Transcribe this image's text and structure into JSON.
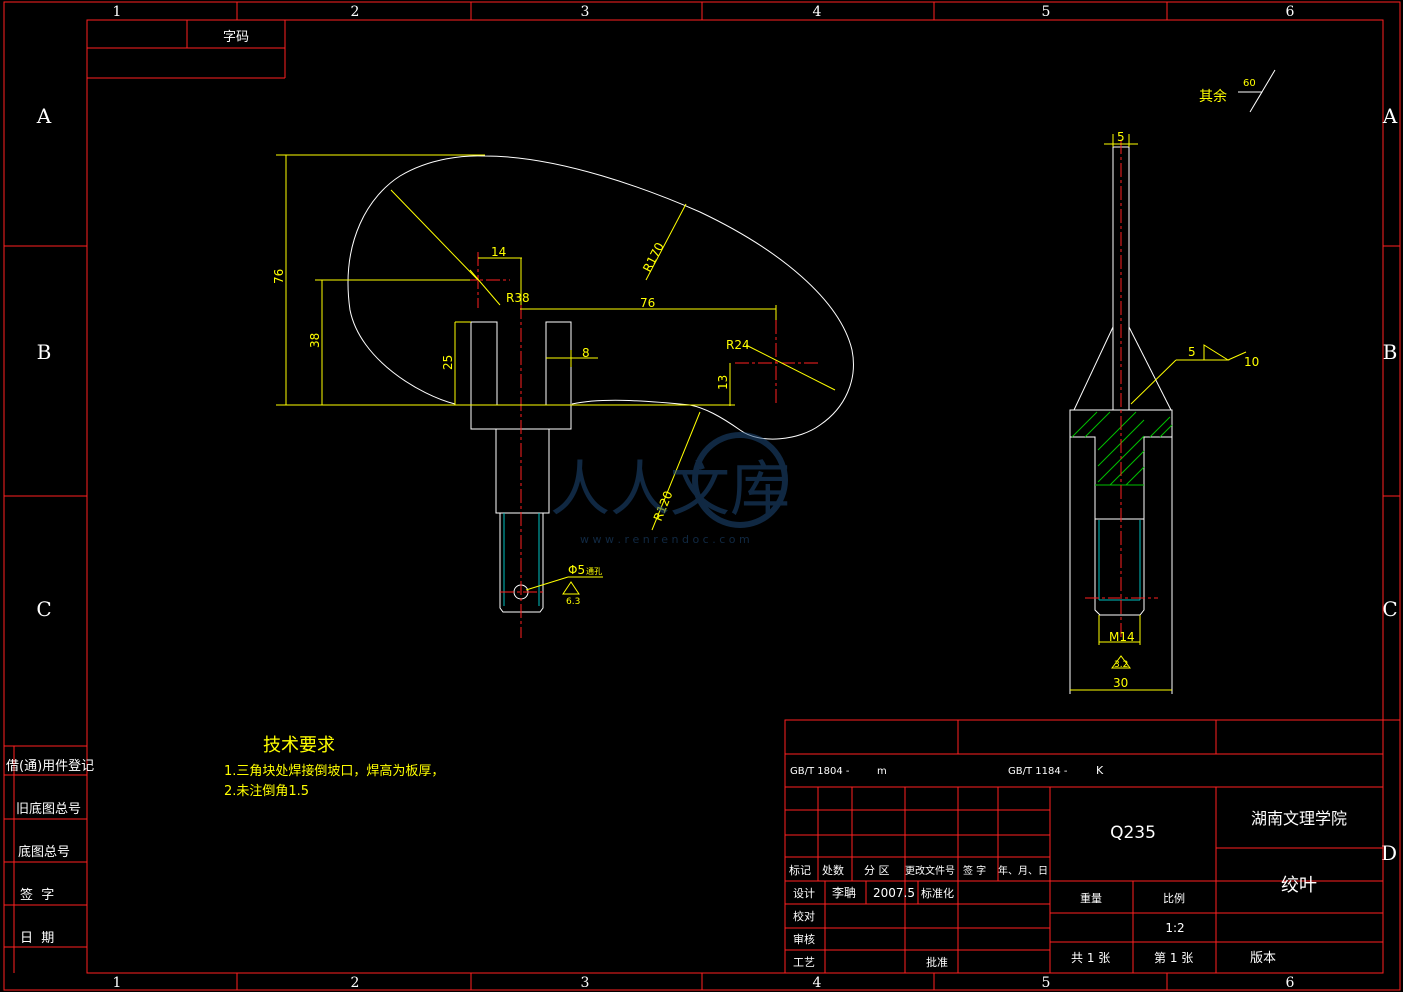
{
  "frame": {
    "zones_top": [
      "1",
      "2",
      "3",
      "4",
      "5",
      "6"
    ],
    "zones_bottom": [
      "1",
      "2",
      "3",
      "4",
      "5",
      "6"
    ],
    "rows_left": [
      "A",
      "B",
      "C"
    ],
    "rows_right": [
      "A",
      "B",
      "C",
      "D"
    ]
  },
  "corner_box": {
    "label": "字码"
  },
  "left_stamp": {
    "items": [
      "借(通)用件登记",
      "旧底图总号",
      "底图总号",
      "签  字",
      "日  期"
    ]
  },
  "surface_note": {
    "label": "其余",
    "value": "60"
  },
  "front_view": {
    "dims": {
      "d14": "14",
      "d76_top": "76",
      "d76_vert": "76",
      "d38": "38",
      "d25": "25",
      "d8": "8",
      "d13": "13",
      "r38": "R38",
      "r24": "R24",
      "r170": "R170",
      "r120": "R120",
      "hole": "Φ5",
      "hole_note": "通孔",
      "rough": "6.3"
    }
  },
  "side_view": {
    "dims": {
      "d5_top": "5",
      "d5_weld": "5",
      "d10": "10",
      "m14": "M14",
      "rough": "3.2",
      "d30": "30"
    }
  },
  "tech_req": {
    "title": "技术要求",
    "lines": [
      "1.三角块处焊接倒坡口，焊高为板厚，",
      "2.未注倒角1.5"
    ]
  },
  "watermark": {
    "text": "人人文库",
    "sub": "w w w . r e n r e n d o c . c o m"
  },
  "title_block": {
    "std1": "GB/T 1804 -",
    "std1_grade": "m",
    "std2": "GB/T 1184 -",
    "std2_grade": "K",
    "material": "Q235",
    "school": "湖南文理学院",
    "part_name": "绞叶",
    "rev_headers": [
      "标记",
      "处数",
      "分 区",
      "更改文件号",
      "签 字",
      "年、月、日"
    ],
    "design_label": "设计",
    "designer": "李聃",
    "date": "2007.5",
    "std_label": "标准化",
    "check_label": "校对",
    "review_label": "审核",
    "process_label": "工艺",
    "approve_label": "批准",
    "weight_label": "重量",
    "scale_label": "比例",
    "scale": "1:2",
    "sheets_total": "共 1 张",
    "sheet_no": "第 1 张",
    "version_label": "版本"
  },
  "colors": {
    "frame": "#ff2020",
    "geometry": "#ffffff",
    "dimension": "#ffff00",
    "center": "#ff2020",
    "hatch": "#00c000",
    "thread": "#00c0c0",
    "watermark": "#1e4a78"
  }
}
